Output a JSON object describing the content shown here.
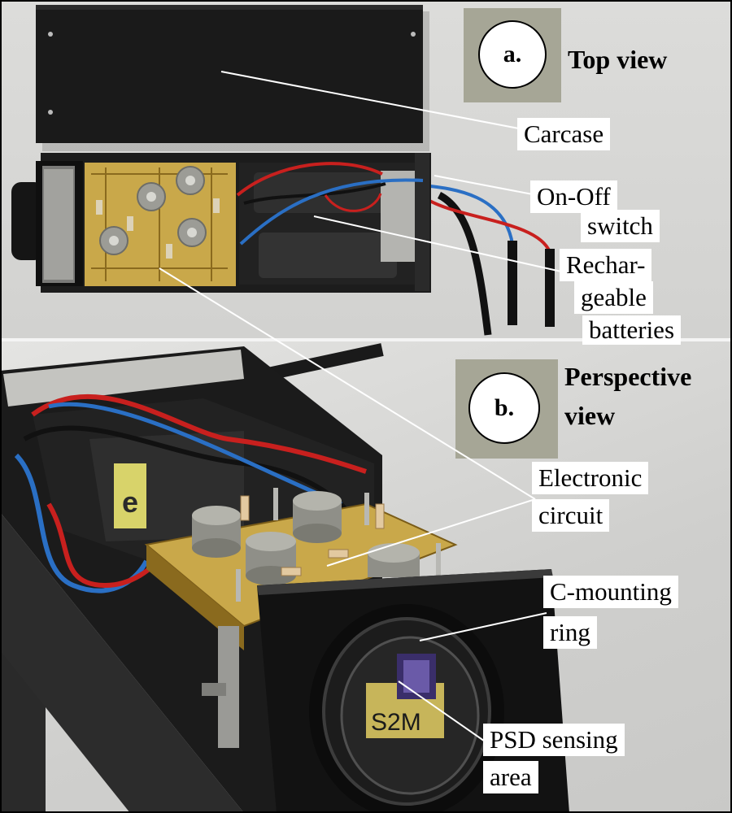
{
  "panels": {
    "a": {
      "badge": "a.",
      "title": "Top view"
    },
    "b": {
      "badge": "b.",
      "title_line1": "Perspective",
      "title_line2": "view"
    }
  },
  "labels": {
    "carcase": "Carcase",
    "switch_line1": "On-Off",
    "switch_line2": "switch",
    "batteries_line1": "Rechar-",
    "batteries_line2": "geable",
    "batteries_line3": "batteries",
    "circuit_line1": "Electronic",
    "circuit_line2": "circuit",
    "ring_line1": "C-mounting",
    "ring_line2": "ring",
    "psd_line1": "PSD sensing",
    "psd_line2": "area"
  },
  "photo_text": {
    "battery_brand": "e",
    "sensor_mark": "S2M"
  },
  "colors": {
    "badge_background": "#a6a696",
    "leader_line": "#ffffff",
    "wire_red": "#c8201e",
    "wire_blue": "#2a6fc4",
    "circuit_board": "#c9a84a",
    "housing": "#161616"
  }
}
